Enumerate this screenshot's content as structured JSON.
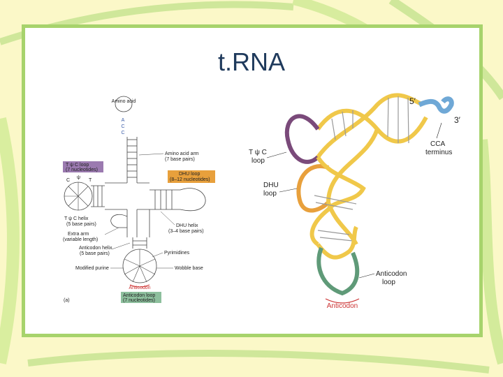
{
  "slide": {
    "title": "t.RNA"
  },
  "panel_a": {
    "panel_label": "(a)",
    "amino_acid": "Amino acid",
    "acc_bases": [
      "A",
      "C",
      "C"
    ],
    "tpsic_loop": "T ψ C loop",
    "tpsic_loop_count": "(7 nucleotides)",
    "amino_acid_arm": "Amino acid arm",
    "amino_acid_arm_pairs": "(7 base pairs)",
    "dhu_loop": "DHU loop",
    "dhu_loop_count": "(8–12 nucleotides)",
    "tpsic_helix": "T ψ C helix",
    "tpsic_helix_pairs": "(5 base pairs)",
    "extra_arm": "Extra arm",
    "extra_arm_note": "(variable length)",
    "dhu_helix": "DHU helix",
    "dhu_helix_pairs": "(3–4 base pairs)",
    "anticodon_helix": "Anticodon helix",
    "anticodon_helix_pairs": "(5 base pairs)",
    "pyrimidines": "Pyrimidines",
    "modified_purine": "Modified purine",
    "wobble_base": "Wobble base",
    "anticodon": "Anticodon",
    "anticodon_loop": "Anticodon loop",
    "anticodon_loop_count": "(7 nucleotides)",
    "loop_letters": [
      "C",
      "ψ",
      "T"
    ]
  },
  "panel_b": {
    "five_prime": "5′",
    "three_prime": "3′",
    "tpsic_loop": [
      "T ψ C",
      "loop"
    ],
    "dhu_loop": [
      "DHU",
      "loop"
    ],
    "cca": [
      "CCA",
      "terminus"
    ],
    "anticodon_loop": [
      "Anticodon",
      "loop"
    ],
    "anticodon": "Anticodon"
  },
  "colors": {
    "tpsic": "#7a4a7a",
    "dhu": "#e8a03c",
    "cca": "#6fa8d6",
    "anticodon_loop": "#5f9a78",
    "backbone": "#f0c84a",
    "anticodon_red": "#cc3333"
  }
}
